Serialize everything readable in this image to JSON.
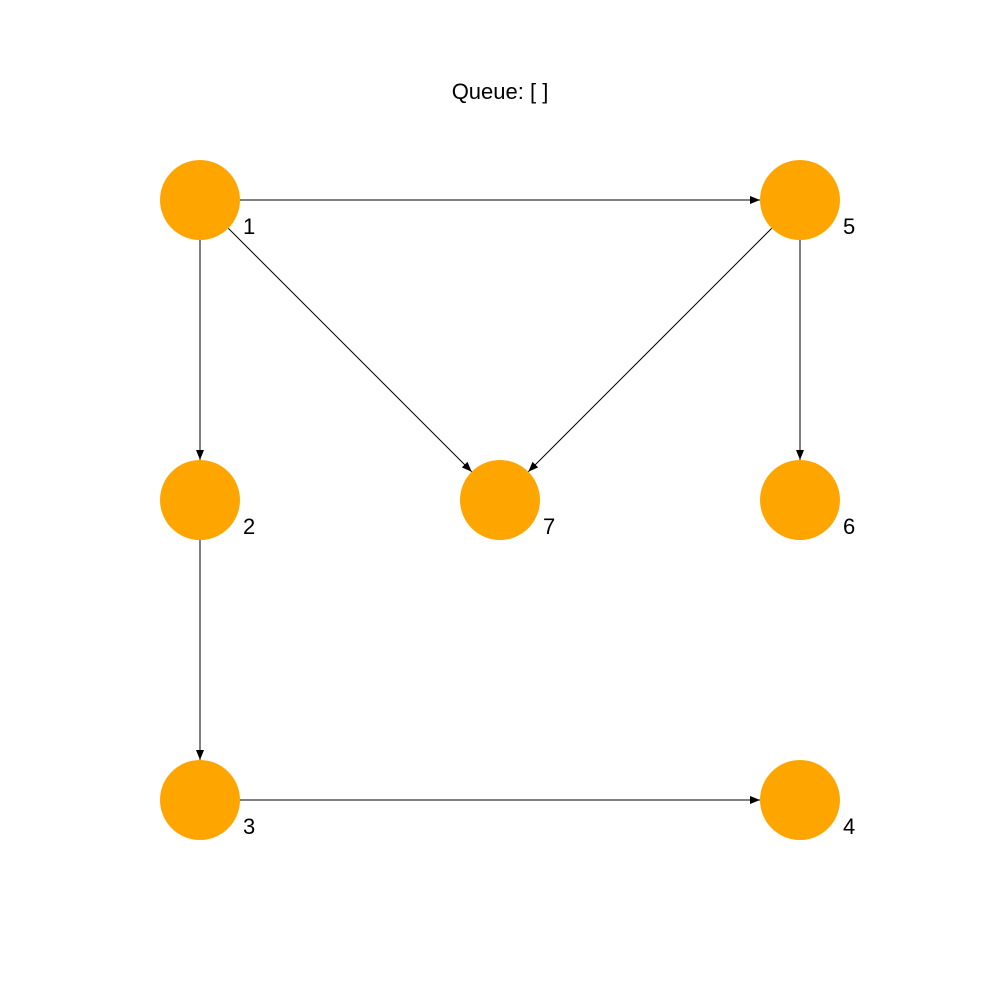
{
  "title": "Queue: [ ]",
  "node_color": "#FFA500",
  "edge_color": "#000000",
  "nodes": [
    {
      "id": "1",
      "label": "1"
    },
    {
      "id": "2",
      "label": "2"
    },
    {
      "id": "3",
      "label": "3"
    },
    {
      "id": "4",
      "label": "4"
    },
    {
      "id": "5",
      "label": "5"
    },
    {
      "id": "6",
      "label": "6"
    },
    {
      "id": "7",
      "label": "7"
    }
  ],
  "edges": [
    {
      "from": "1",
      "to": "5"
    },
    {
      "from": "1",
      "to": "2"
    },
    {
      "from": "1",
      "to": "7"
    },
    {
      "from": "5",
      "to": "7"
    },
    {
      "from": "5",
      "to": "6"
    },
    {
      "from": "2",
      "to": "3"
    },
    {
      "from": "3",
      "to": "4"
    }
  ]
}
